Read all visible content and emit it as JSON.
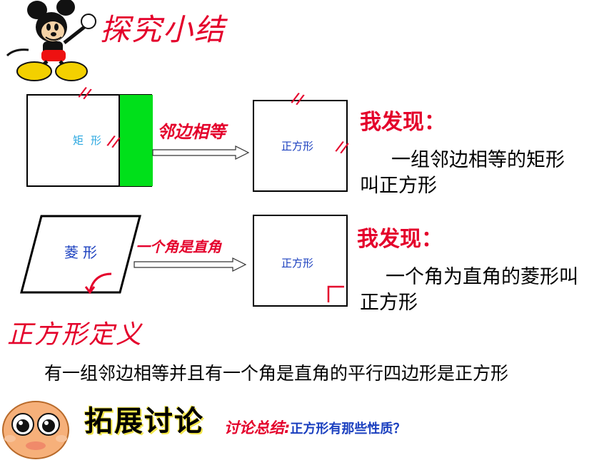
{
  "header": {
    "title": "探究小结"
  },
  "section1": {
    "shape_label": "矩形",
    "arrow_label": "邻边相等",
    "result_label": "正方形",
    "find_heading": "我发现：",
    "find_text_line1": "一组邻边相等的矩形",
    "find_text_line2": "叫正方形"
  },
  "section2": {
    "shape_label": "菱形",
    "arrow_label": "一个角是直角",
    "result_label": "正方形",
    "find_heading": "我发现：",
    "find_text_line1": "一个角为直角的菱形叫",
    "find_text_line2": "正方形"
  },
  "definition": {
    "heading": "正方形定义",
    "text": "有一组邻边相等并且有一个角是直角的平行四边形是正方形"
  },
  "discussion": {
    "heading": "拓展讨论",
    "summary_label": "讨论总结:",
    "summary_text": "正方形有那些性质？"
  },
  "colors": {
    "red": "#e4002b",
    "green": "#00e01a",
    "blue": "#1a3fbf",
    "cyan": "#2aa7e0"
  },
  "icons": [
    "mickey-mouse-icon",
    "cartoon-face-icon",
    "right-angle-mark-icon",
    "angle-arc-arrow-icon"
  ]
}
